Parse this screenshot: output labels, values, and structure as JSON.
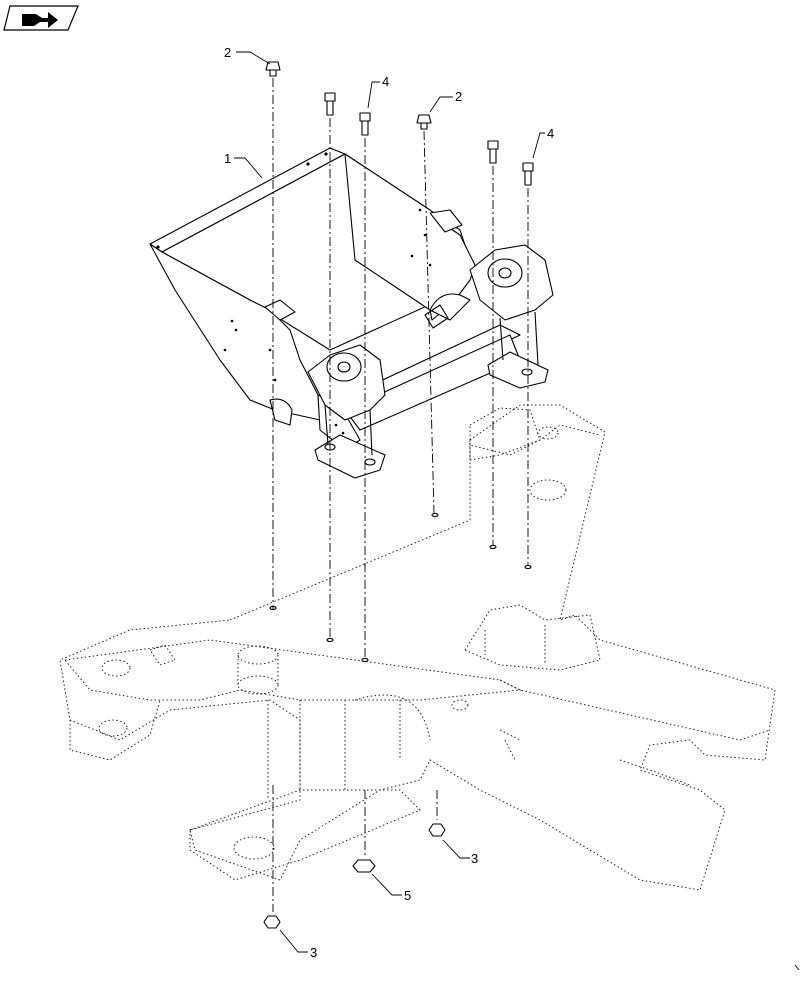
{
  "diagram": {
    "nav_icon": "page-navigation-icon",
    "callouts": [
      {
        "id": "c1",
        "label": "1"
      },
      {
        "id": "c2a",
        "label": "2"
      },
      {
        "id": "c2b",
        "label": "2"
      },
      {
        "id": "c3a",
        "label": "3"
      },
      {
        "id": "c3b",
        "label": "3"
      },
      {
        "id": "c4a",
        "label": "4"
      },
      {
        "id": "c4b",
        "label": "4"
      },
      {
        "id": "c5",
        "label": "5"
      }
    ]
  }
}
